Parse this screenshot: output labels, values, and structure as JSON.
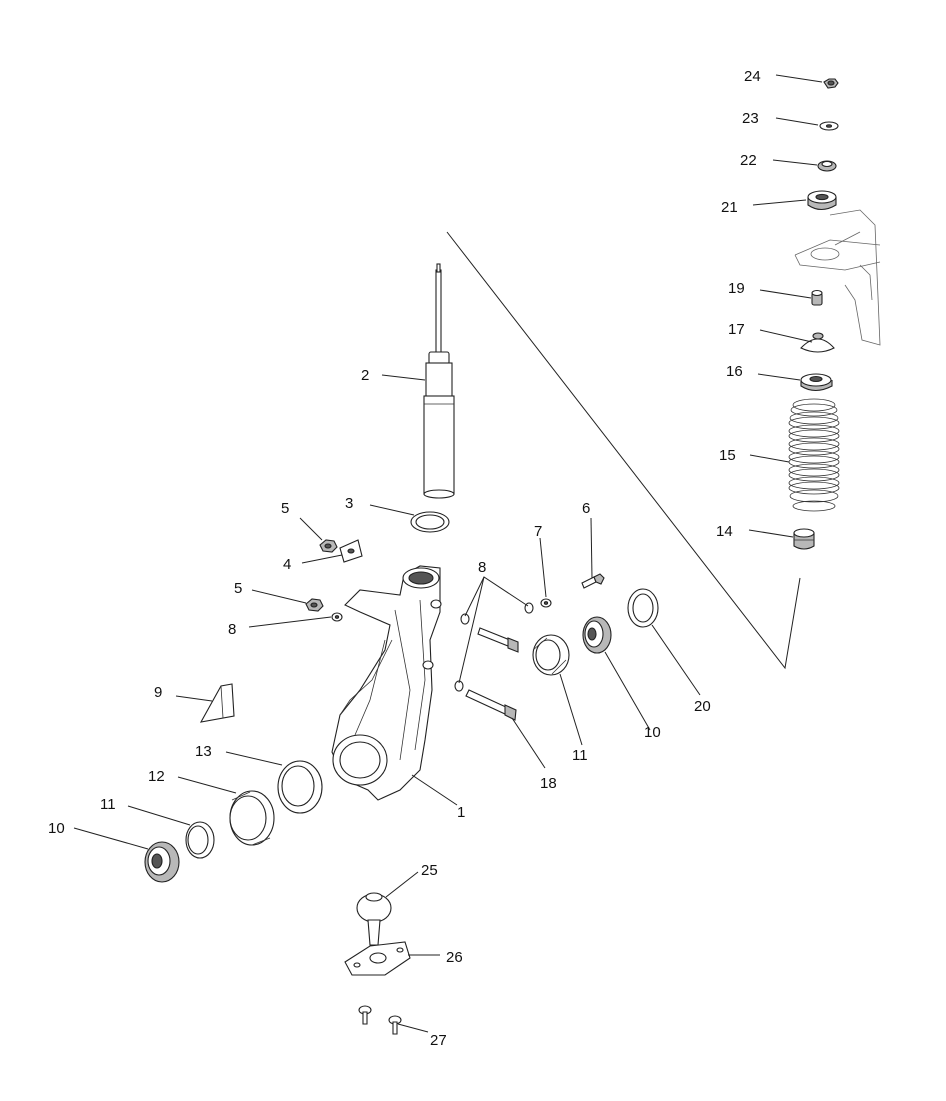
{
  "callouts": {
    "c1": "1",
    "c2": "2",
    "c3": "3",
    "c4": "4",
    "c5a": "5",
    "c5b": "5",
    "c6": "6",
    "c7": "7",
    "c8a": "8",
    "c8b": "8",
    "c9": "9",
    "c10a": "10",
    "c10b": "10",
    "c11a": "11",
    "c11b": "11",
    "c12": "12",
    "c13": "13",
    "c14": "14",
    "c15": "15",
    "c16": "16",
    "c17": "17",
    "c18": "18",
    "c19": "19",
    "c20": "20",
    "c21": "21",
    "c22": "22",
    "c23": "23",
    "c24": "24",
    "c25": "25",
    "c26": "26",
    "c27": "27"
  },
  "colors": {
    "line": "#222222",
    "background": "#ffffff"
  }
}
